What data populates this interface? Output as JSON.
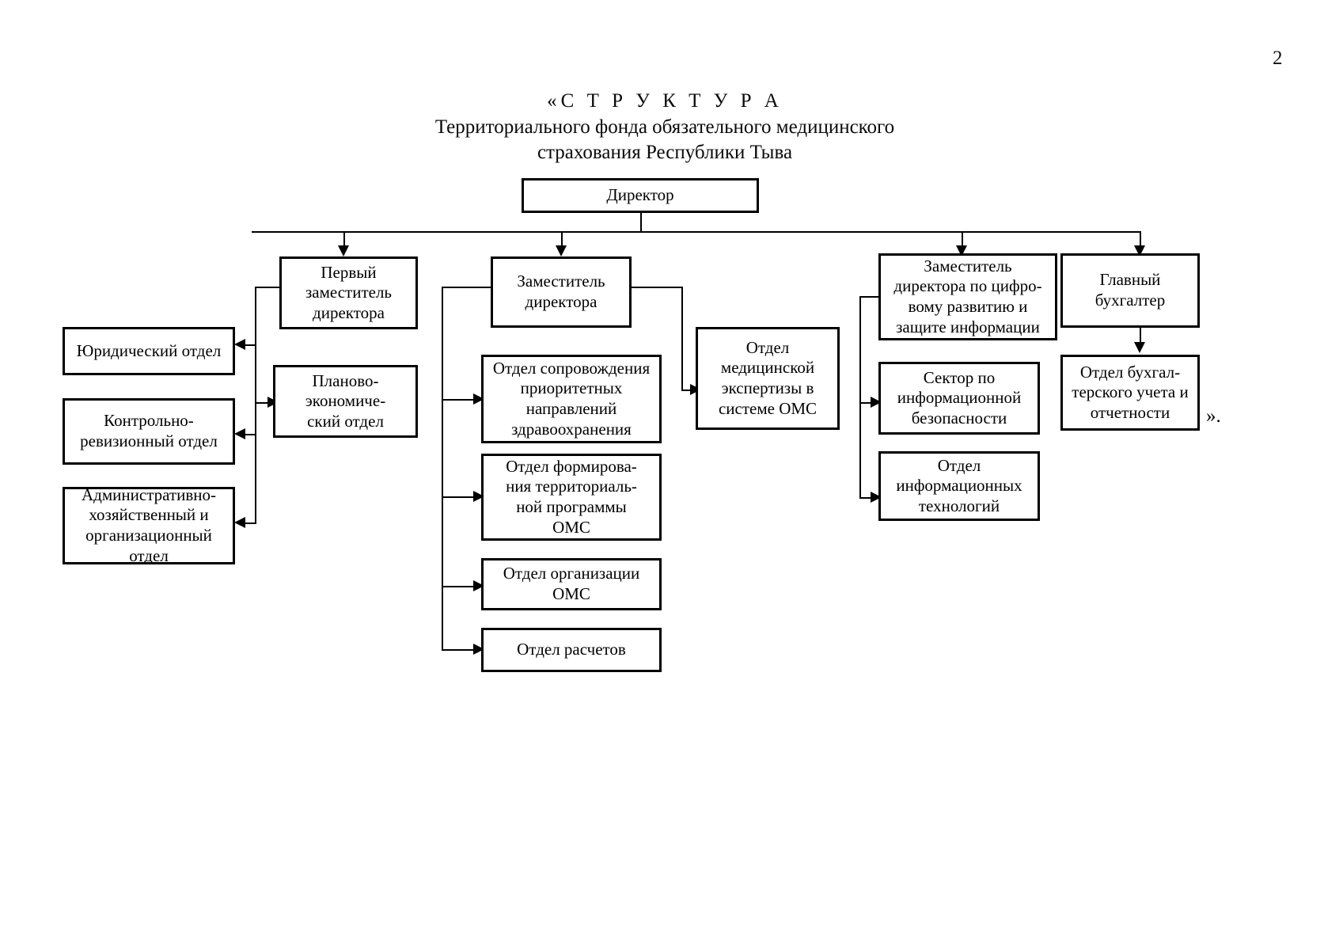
{
  "page": {
    "number": "2",
    "closing_mark": "»."
  },
  "title": {
    "line1": "«С Т Р У К Т У Р А",
    "line2": "Территориального фонда обязательного медицинского",
    "line3": "страхования Республики Тыва"
  },
  "chart_data": {
    "type": "diagram",
    "diagram_kind": "organizational-chart",
    "title": "«СТРУКТУРА Территориального фонда обязательного медицинского страхования Республики Тыва",
    "nodes": [
      {
        "id": "director",
        "label": "Директор",
        "level": 0
      },
      {
        "id": "first-deputy",
        "label": "Первый заместитель директора",
        "level": 1
      },
      {
        "id": "deputy-director",
        "label": "Заместитель директора",
        "level": 1
      },
      {
        "id": "deputy-digital",
        "label": "Заместитель директора по цифровому развитию и защите информации",
        "level": 1
      },
      {
        "id": "chief-accountant",
        "label": "Главный бухгалтер",
        "level": 1
      },
      {
        "id": "legal-dept",
        "label": "Юридический отдел",
        "level": 2
      },
      {
        "id": "audit-dept",
        "label": "Контрольно-ревизионный отдел",
        "level": 2
      },
      {
        "id": "admin-dept",
        "label": "Административно-хозяйственный и организационный отдел",
        "level": 2
      },
      {
        "id": "planning-dept",
        "label": "Планово-экономический отдел",
        "level": 2
      },
      {
        "id": "priority-dept",
        "label": "Отдел сопровождения приоритетных направлений здравоохранения",
        "level": 2
      },
      {
        "id": "program-dept",
        "label": "Отдел формирования территориальной программы ОМС",
        "level": 2
      },
      {
        "id": "oms-org-dept",
        "label": "Отдел организации ОМС",
        "level": 2
      },
      {
        "id": "settlements-dept",
        "label": "Отдел расчетов",
        "level": 2
      },
      {
        "id": "med-expertise-dept",
        "label": "Отдел медицинской экспертизы в системе ОМС",
        "level": 2
      },
      {
        "id": "infosec-sector",
        "label": "Сектор по информационной безопасности",
        "level": 2
      },
      {
        "id": "it-dept",
        "label": "Отдел информационных технологий",
        "level": 2
      },
      {
        "id": "accounting-dept",
        "label": "Отдел бухгалтерского учета и отчетности",
        "level": 2
      }
    ],
    "edges": [
      {
        "from": "director",
        "to": "first-deputy"
      },
      {
        "from": "director",
        "to": "deputy-director"
      },
      {
        "from": "director",
        "to": "deputy-digital"
      },
      {
        "from": "director",
        "to": "chief-accountant"
      },
      {
        "from": "first-deputy",
        "to": "legal-dept"
      },
      {
        "from": "first-deputy",
        "to": "audit-dept"
      },
      {
        "from": "first-deputy",
        "to": "admin-dept"
      },
      {
        "from": "first-deputy",
        "to": "planning-dept"
      },
      {
        "from": "deputy-director",
        "to": "priority-dept"
      },
      {
        "from": "deputy-director",
        "to": "program-dept"
      },
      {
        "from": "deputy-director",
        "to": "oms-org-dept"
      },
      {
        "from": "deputy-director",
        "to": "settlements-dept"
      },
      {
        "from": "deputy-director",
        "to": "med-expertise-dept"
      },
      {
        "from": "deputy-digital",
        "to": "infosec-sector"
      },
      {
        "from": "deputy-digital",
        "to": "it-dept"
      },
      {
        "from": "chief-accountant",
        "to": "accounting-dept"
      }
    ]
  },
  "boxes": {
    "director": "Директор",
    "first_deputy_l1": "Первый",
    "first_deputy_l2": "заместитель",
    "first_deputy_l3": "директора",
    "deputy_director_l1": "Заместитель",
    "deputy_director_l2": "директора",
    "deputy_digital_l1": "Заместитель",
    "deputy_digital_l2": "директора по цифро-",
    "deputy_digital_l3": "вому развитию и",
    "deputy_digital_l4": "защите информации",
    "chief_accountant_l1": "Главный",
    "chief_accountant_l2": "бухгалтер",
    "legal_dept": "Юридический отдел",
    "audit_dept_l1": "Контрольно-",
    "audit_dept_l2": "ревизионный отдел",
    "admin_dept_l1": "Административно-",
    "admin_dept_l2": "хозяйственный и",
    "admin_dept_l3": "организационный",
    "admin_dept_l4": "отдел",
    "planning_dept_l1": "Планово-",
    "planning_dept_l2": "экономиче-",
    "planning_dept_l3": "ский отдел",
    "priority_dept_l1": "Отдел сопровождения",
    "priority_dept_l2": "приоритетных",
    "priority_dept_l3": "направлений",
    "priority_dept_l4": "здравоохранения",
    "program_dept_l1": "Отдел формирова-",
    "program_dept_l2": "ния территориаль-",
    "program_dept_l3": "ной программы",
    "program_dept_l4": "ОМС",
    "oms_org_dept_l1": "Отдел организации",
    "oms_org_dept_l2": "ОМС",
    "settlements_dept": "Отдел расчетов",
    "med_expertise_l1": "Отдел",
    "med_expertise_l2": "медицинской",
    "med_expertise_l3": "экспертизы в",
    "med_expertise_l4": "системе ОМС",
    "infosec_l1": "Сектор по",
    "infosec_l2": "информационной",
    "infosec_l3": "безопасности",
    "it_dept_l1": "Отдел",
    "it_dept_l2": "информационных",
    "it_dept_l3": "технологий",
    "accounting_l1": "Отдел бухгал-",
    "accounting_l2": "терского учета и",
    "accounting_l3": "отчетности"
  }
}
